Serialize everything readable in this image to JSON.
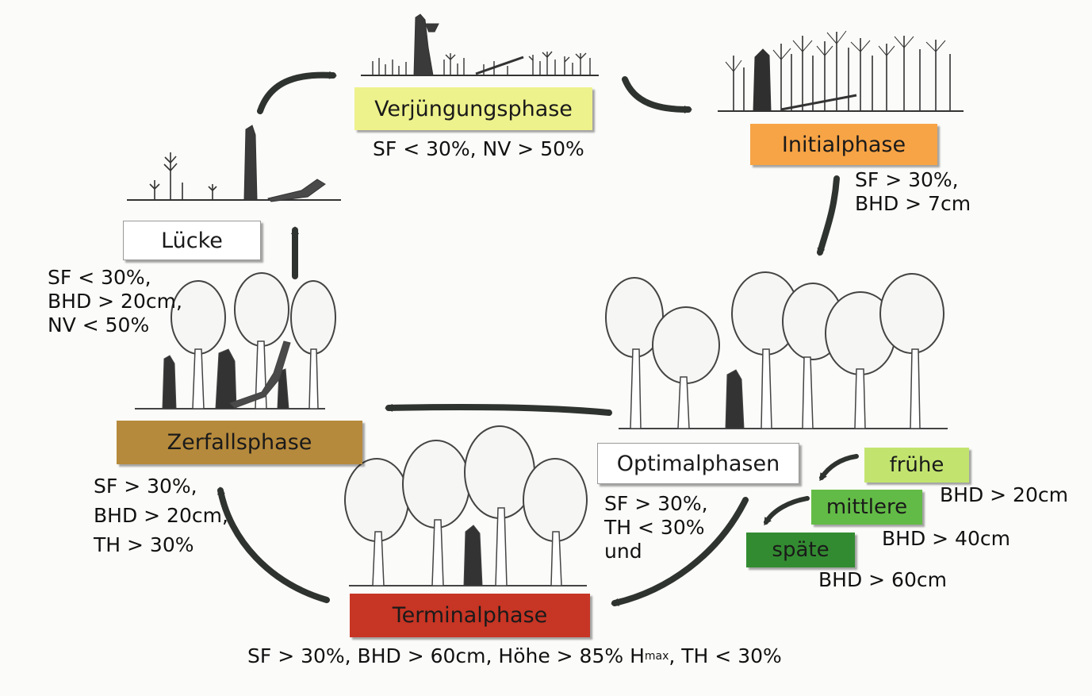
{
  "phases": {
    "verjuengung": {
      "label": "Verjüngungsphase",
      "criteria": "SF < 30%, NV > 50%",
      "color": "#eef28c"
    },
    "initial": {
      "label": "Initialphase",
      "criteria_lines": [
        "SF > 30%,",
        "BHD > 7cm"
      ],
      "color": "#f7a446"
    },
    "luecke": {
      "label": "Lücke",
      "criteria_lines": [
        "SF < 30%,",
        "BHD > 20cm,",
        "NV < 50%"
      ],
      "color": "#ffffff"
    },
    "zerfall": {
      "label": "Zerfallsphase",
      "criteria_lines": [
        "SF > 30%,",
        "BHD > 20cm,",
        "TH > 30%"
      ],
      "color": "#b68a3c"
    },
    "optimal": {
      "label": "Optimalphasen",
      "criteria_lines": [
        "SF > 30%,",
        "TH < 30%",
        "und"
      ],
      "color": "#ffffff"
    },
    "terminal": {
      "label": "Terminalphase",
      "criteria_prefix": "SF > 30%, BHD > 60cm, Höhe > 85% H",
      "criteria_sub": "max",
      "criteria_suffix": ", TH < 30%",
      "color": "#c73524"
    }
  },
  "subphases": {
    "fruehe": {
      "label": "frühe",
      "criteria": "BHD > 20cm",
      "color": "#c2e46f"
    },
    "mittlere": {
      "label": "mittlere",
      "criteria": "BHD > 40cm",
      "color": "#62bb46"
    },
    "spaete": {
      "label": "späte",
      "criteria": "BHD > 60cm",
      "color": "#338b31"
    }
  }
}
